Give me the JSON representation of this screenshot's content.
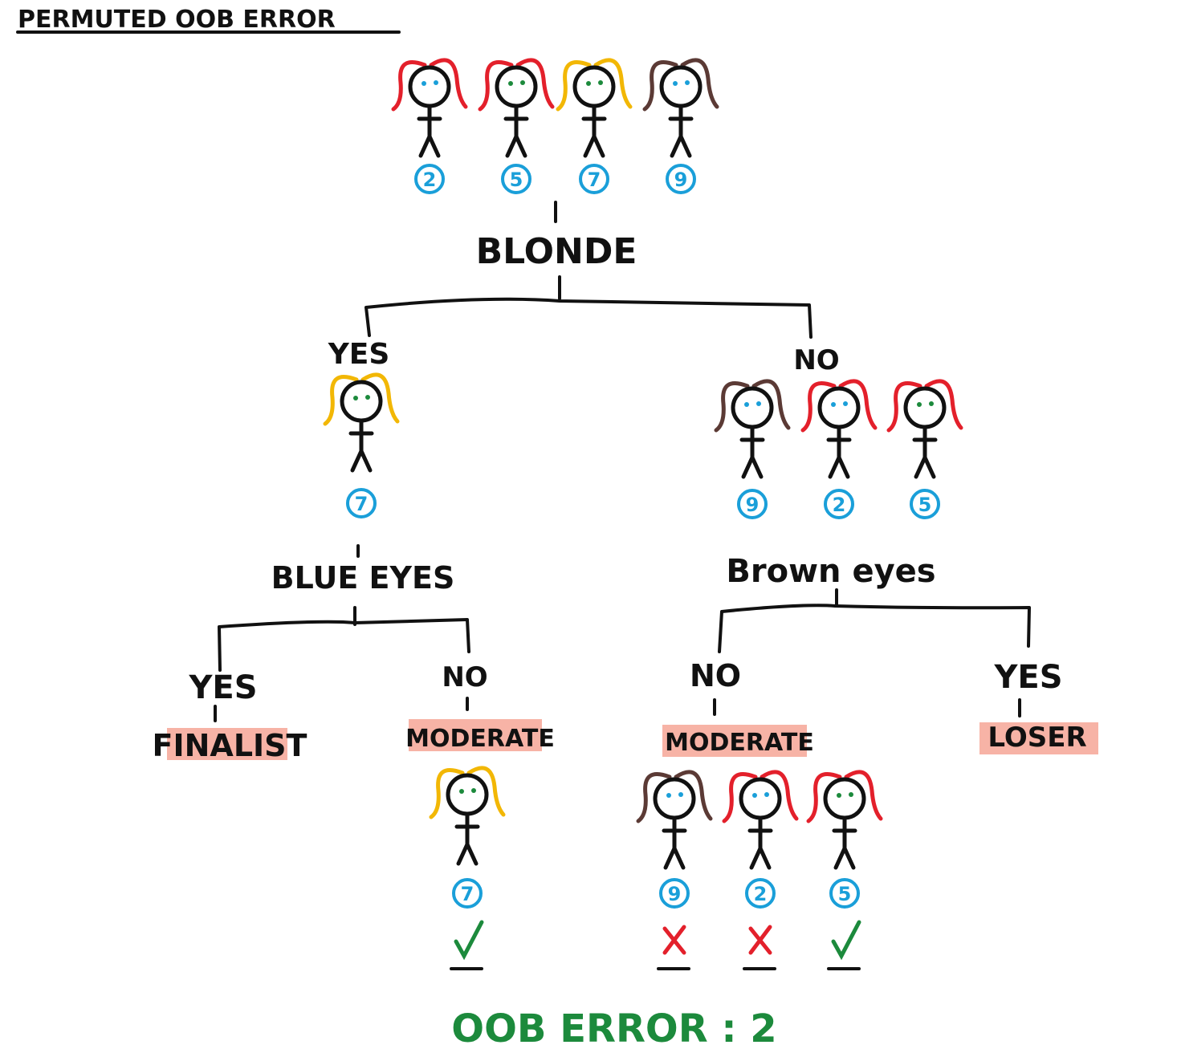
{
  "title": "PERMUTED OOB ERROR",
  "colors": {
    "red": "#e3202b",
    "yellow": "#f2b705",
    "brown": "#5b3a35",
    "blue": "#1a9fd9",
    "green": "#1c8a3c",
    "highlight": "#f7b3a6",
    "ink": "#111111"
  },
  "root": {
    "label": "BLONDE",
    "people": [
      {
        "hair": "red",
        "eyes": "blue",
        "number": "2"
      },
      {
        "hair": "red",
        "eyes": "green",
        "number": "5"
      },
      {
        "hair": "yellow",
        "eyes": "green",
        "number": "7"
      },
      {
        "hair": "brown",
        "eyes": "blue",
        "number": "9"
      }
    ]
  },
  "left": {
    "branch": "YES",
    "label": "BLUE EYES",
    "people": [
      {
        "hair": "yellow",
        "eyes": "green",
        "number": "7"
      }
    ],
    "yes": {
      "branch": "YES",
      "leaf": "FINALIST"
    },
    "no": {
      "branch": "NO",
      "leaf": "MODERATE",
      "people": [
        {
          "hair": "yellow",
          "eyes": "green",
          "number": "7",
          "mark": "check"
        }
      ]
    }
  },
  "right": {
    "branch": "NO",
    "label": "Brown eyes",
    "people": [
      {
        "hair": "brown",
        "eyes": "blue",
        "number": "9"
      },
      {
        "hair": "red",
        "eyes": "blue",
        "number": "2"
      },
      {
        "hair": "red",
        "eyes": "green",
        "number": "5"
      }
    ],
    "no": {
      "branch": "NO",
      "leaf": "MODERATE",
      "people": [
        {
          "hair": "brown",
          "eyes": "blue",
          "number": "9",
          "mark": "cross"
        },
        {
          "hair": "red",
          "eyes": "blue",
          "number": "2",
          "mark": "cross"
        },
        {
          "hair": "red",
          "eyes": "green",
          "number": "5",
          "mark": "check"
        }
      ]
    },
    "yes": {
      "branch": "YES",
      "leaf": "LOSER"
    }
  },
  "result": {
    "label": "OOB ERROR : 2"
  }
}
